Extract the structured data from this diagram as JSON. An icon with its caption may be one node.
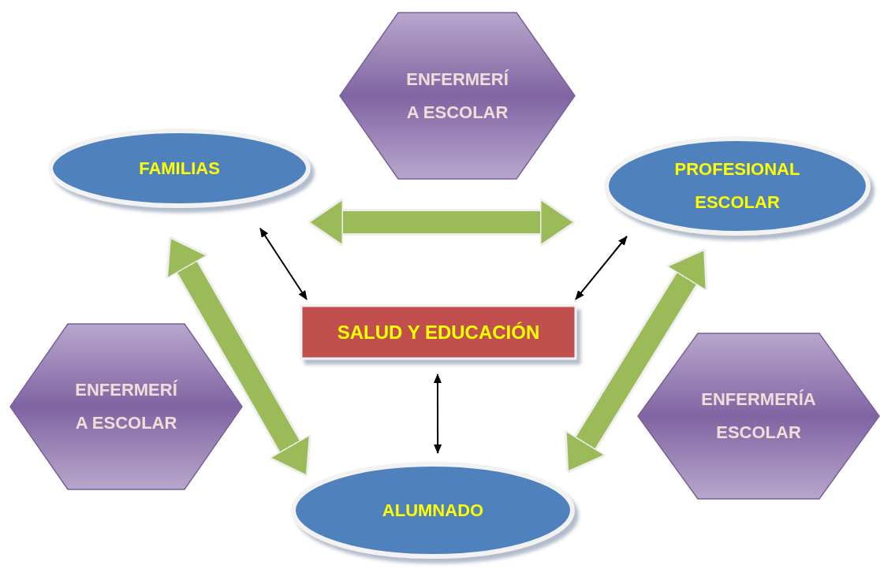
{
  "diagram": {
    "nodes": [
      {
        "text": [
          "ENFERMERÍ A ESCOLAR"
        ]
      },
      {
        "text": [
          "FAMILIAS"
        ]
      },
      {
        "text": [
          "PROFESIONAL ESCOLAR"
        ]
      },
      {
        "text": [
          "SALUD Y EDUCACIÓN"
        ]
      },
      {
        "text": [
          "ENFERMERÍ A ESCOLAR"
        ]
      },
      {
        "text": [
          "ENFERMERÍA ESCOLAR"
        ]
      },
      {
        "text": [
          "ALUMNADO"
        ]
      }
    ],
    "edges": [
      {
        "from": 1,
        "to": 2,
        "arrow": "both",
        "style": "thick",
        "color": "#9bbb59"
      },
      {
        "from": 1,
        "to": 6,
        "arrow": "both",
        "style": "thick",
        "color": "#9bbb59"
      },
      {
        "from": 2,
        "to": 6,
        "arrow": "both",
        "style": "thick",
        "color": "#9bbb59"
      },
      {
        "from": 1,
        "to": 3,
        "arrow": "both",
        "color": "#000000"
      },
      {
        "from": 2,
        "to": 3,
        "arrow": "both",
        "color": "#000000"
      },
      {
        "from": 3,
        "to": 6,
        "arrow": "both",
        "color": "#000000"
      }
    ]
  }
}
